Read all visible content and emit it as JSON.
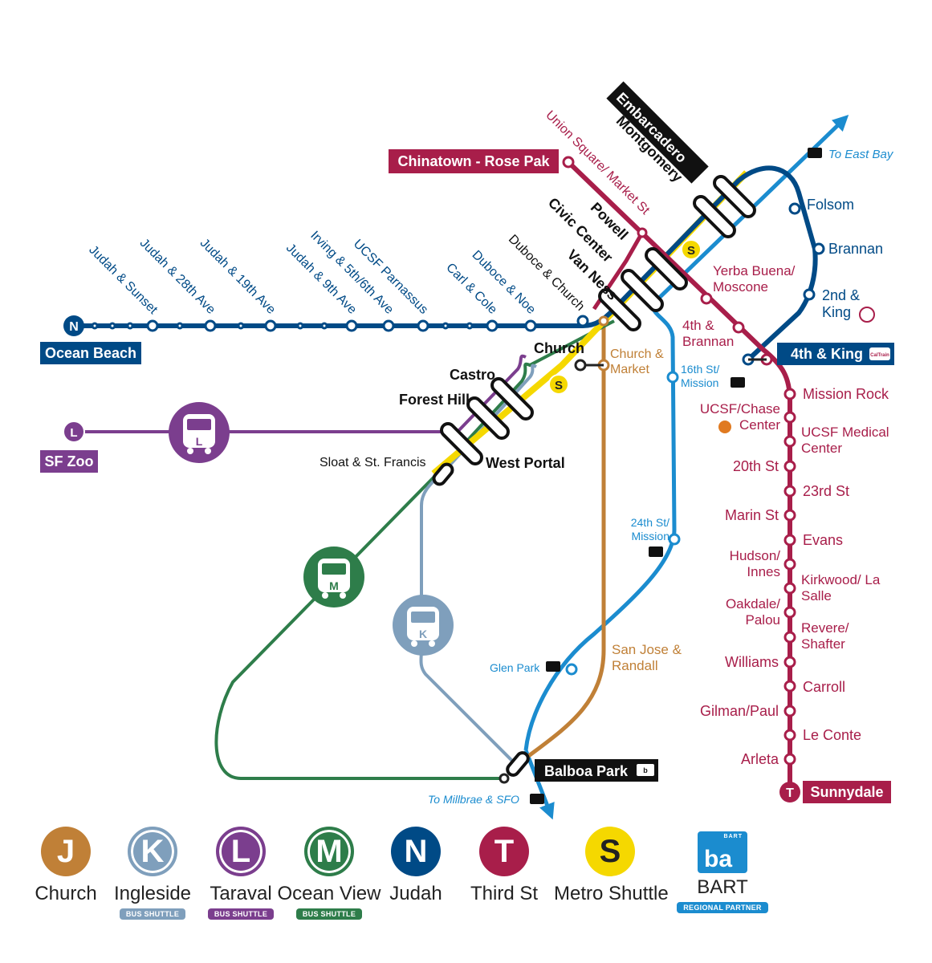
{
  "colors": {
    "J": "#c08037",
    "K": "#7f9fbc",
    "L": "#7b3e8e",
    "M": "#2e7d4a",
    "N": "#004a86",
    "T": "#a81e4a",
    "S": "#f5d800",
    "BART": "#1b8ccf"
  },
  "stations": {
    "ocean_beach": "Ocean Beach",
    "judah_sunset": "Judah & Sunset",
    "judah_28th": "Judah & 28th Ave",
    "judah_19th": "Judah & 19th Ave",
    "judah_9th": "Judah & 9th Ave",
    "irving": "Irving & 5th/6th Ave",
    "ucsf_parnassus": "UCSF Parnassus",
    "carl_cole": "Carl & Cole",
    "duboce_noe": "Duboce & Noe",
    "duboce_church": "Duboce & Church",
    "van_ness": "Van Ness",
    "civic_center": "Civic Center",
    "powell": "Powell",
    "union_square": "Union Square/ Market St",
    "montgomery": "Montgomery",
    "embarcadero": "Embarcadero",
    "chinatown": "Chinatown - Rose Pak",
    "folsom": "Folsom",
    "brannan": "Brannan",
    "second_king": "2nd & King",
    "yerba_buena": "Yerba Buena/ Moscone",
    "fourth_brannan": "4th & Brannan",
    "fourth_king": "4th & King",
    "church": "Church",
    "church_market": "Church & Market",
    "castro": "Castro",
    "forest_hill": "Forest Hill",
    "west_portal": "West Portal",
    "sloat": "Sloat & St. Francis",
    "sf_zoo": "SF Zoo",
    "sixteenth_mission": "16th St/ Mission",
    "twentyfourth_mission": "24th St/ Mission",
    "glen_park": "Glen Park",
    "san_jose_randall": "San Jose & Randall",
    "balboa_park": "Balboa Park",
    "to_millbrae": "To Millbrae & SFO",
    "to_east_bay": "To East Bay",
    "mission_rock": "Mission Rock",
    "ucsf_chase": "UCSF/Chase Center",
    "ucsf_medical": "UCSF Medical Center",
    "twentieth": "20th St",
    "twentythird": "23rd St",
    "marin": "Marin St",
    "evans": "Evans",
    "hudson_innes": "Hudson/ Innes",
    "kirkwood": "Kirkwood/ La Salle",
    "oakdale_palou": "Oakdale/ Palou",
    "revere_shafter": "Revere/ Shafter",
    "williams": "Williams",
    "carroll": "Carroll",
    "gilman_paul": "Gilman/Paul",
    "le_conte": "Le Conte",
    "arleta": "Arleta",
    "sunnydale": "Sunnydale"
  },
  "line_badges": {
    "N": "N",
    "L": "L",
    "T": "T",
    "S1": "S",
    "S2": "S",
    "L_bus": "L",
    "M_bus": "M",
    "K_bus": "K"
  },
  "legend": [
    {
      "letter": "J",
      "name": "Church",
      "tag": ""
    },
    {
      "letter": "K",
      "name": "Ingleside",
      "tag": "BUS SHUTTLE"
    },
    {
      "letter": "L",
      "name": "Taraval",
      "tag": "BUS SHUTTLE"
    },
    {
      "letter": "M",
      "name": "Ocean View",
      "tag": "BUS SHUTTLE"
    },
    {
      "letter": "N",
      "name": "Judah",
      "tag": ""
    },
    {
      "letter": "T",
      "name": "Third St",
      "tag": ""
    },
    {
      "letter": "S",
      "name": "Metro Shuttle",
      "tag": ""
    }
  ],
  "bart": {
    "logo_top": "BART",
    "logo_text": "ba",
    "name": "BART",
    "tag": "REGIONAL PARTNER"
  },
  "caltrain_logo": "CalTrain"
}
